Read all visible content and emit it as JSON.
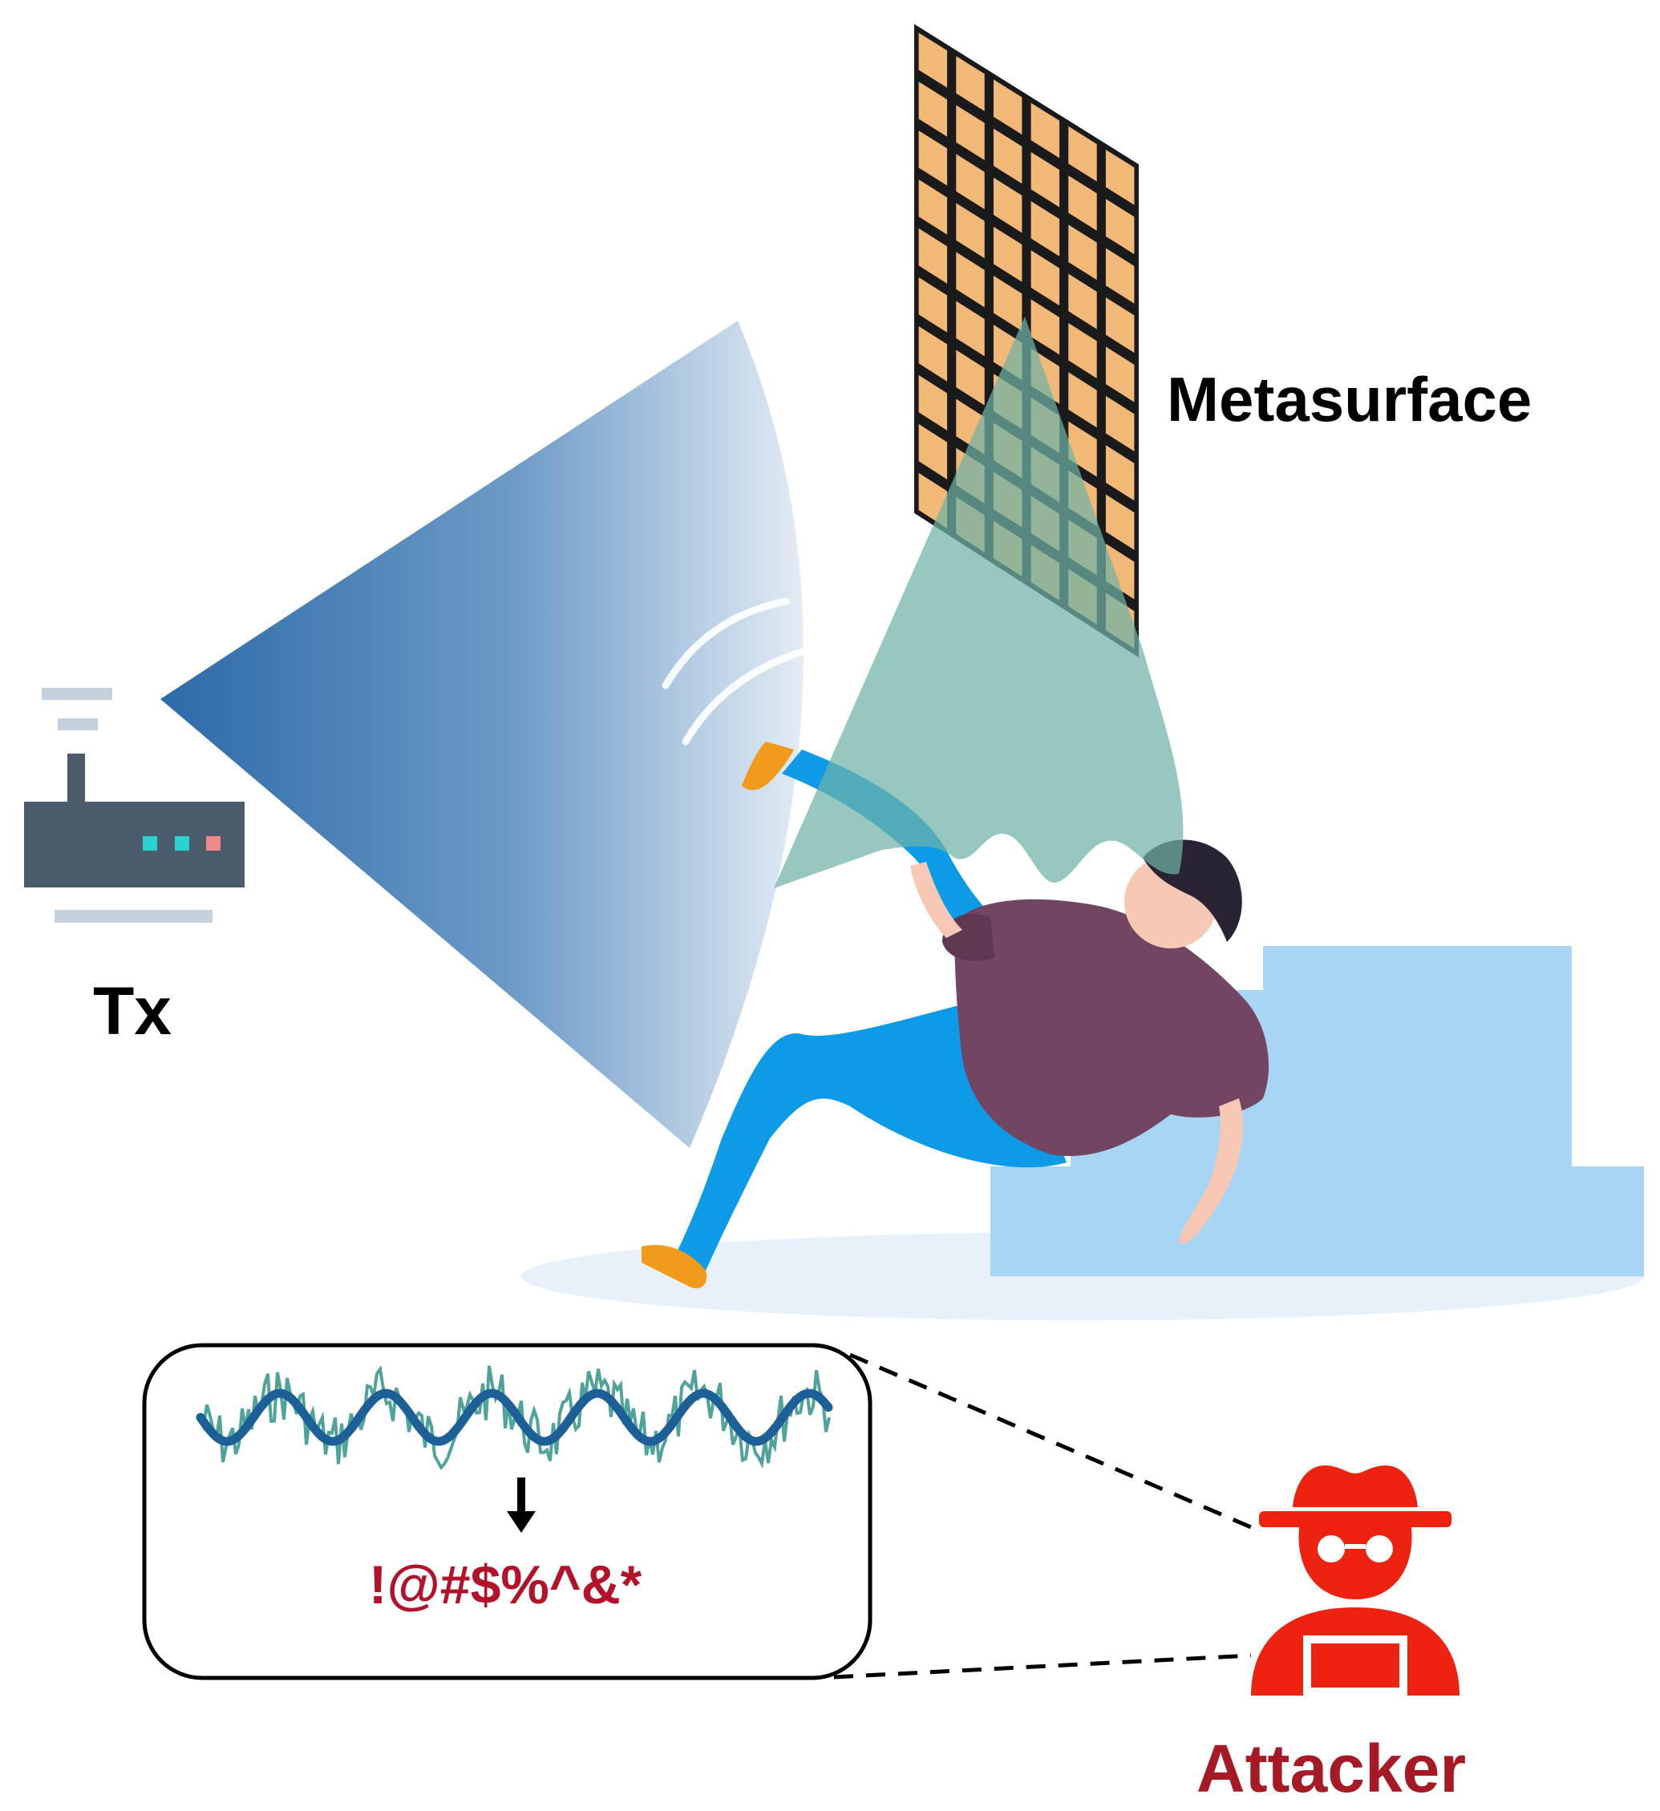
{
  "labels": {
    "tx": "Tx",
    "metasurface": "Metasurface",
    "attacker": "Attacker",
    "garbled": "!@#$%^&*"
  },
  "colors": {
    "router_body": "#4a5b6b",
    "router_led_teal": "#2bd1cc",
    "router_led_pink": "#f08a8a",
    "signal_bars": "#c5d2de",
    "beam_blue_dark": "#2c6aa8",
    "beam_blue_light": "#e6eef6",
    "reflected_beam": "#6fb3a6",
    "metasurface_cell": "#f2b878",
    "metasurface_frame": "#1a1a1a",
    "person_shirt": "#724562",
    "person_pants": "#0d9be8",
    "person_skin": "#f7c9b4",
    "person_shoe": "#f29a19",
    "stairs": "#a8d5f3",
    "floor_shadow": "#e6f1f9",
    "waveform_dark": "#1d5f97",
    "waveform_light": "#4fa39a",
    "garbled_text": "#b2132a",
    "attacker": "#ee2211",
    "attacker_label": "#a51a25"
  },
  "icons": [
    "router-icon",
    "metasurface-panel",
    "falling-person",
    "stairs",
    "waveform",
    "down-arrow-icon",
    "attacker-icon"
  ]
}
